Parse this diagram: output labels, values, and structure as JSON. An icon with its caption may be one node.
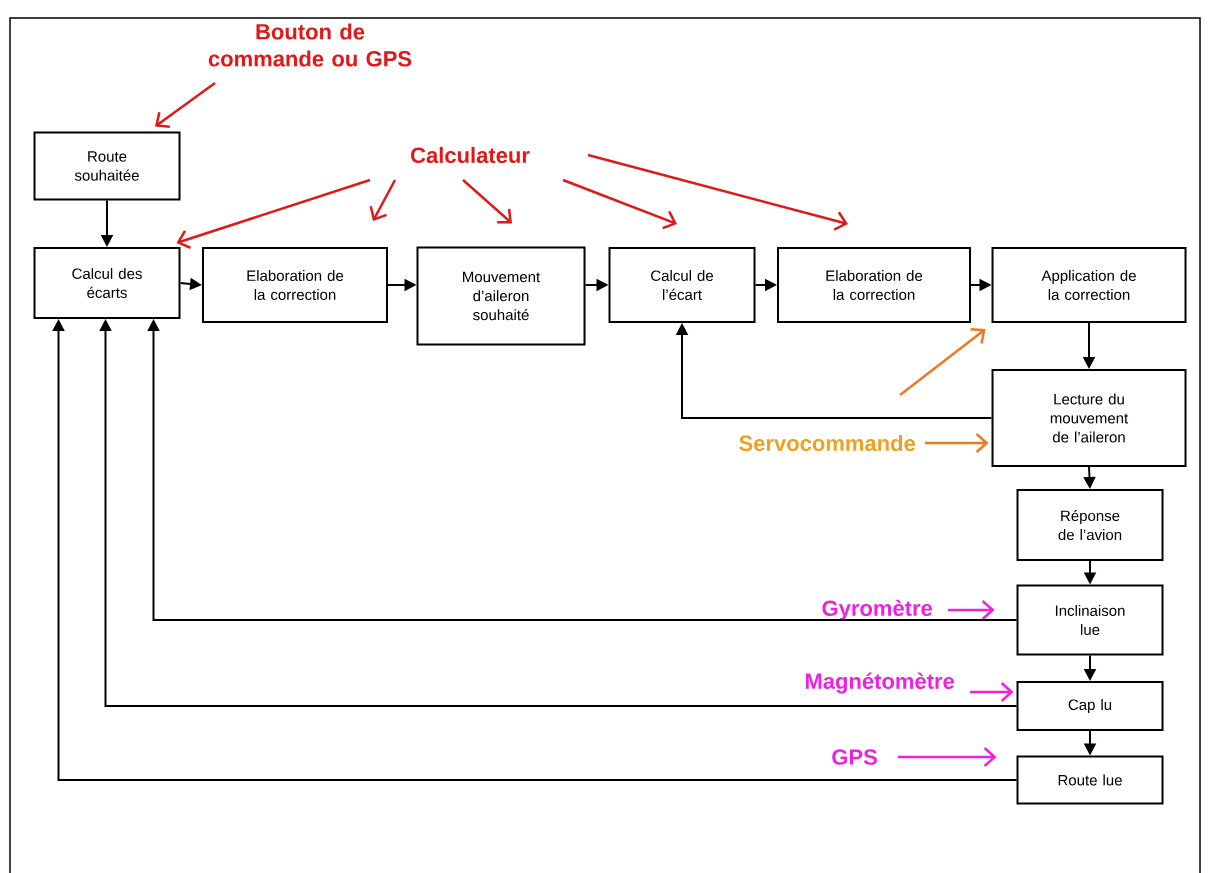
{
  "diagram": {
    "nodes": [
      {
        "text": [
          "Bouton de commande ou GPS"
        ]
      },
      {
        "text": [
          "Route souhaitée"
        ]
      },
      {
        "text": [
          "Calculateur"
        ]
      },
      {
        "text": [
          "Calcul des écarts"
        ]
      },
      {
        "text": [
          "Elaboration de la correction"
        ]
      },
      {
        "text": [
          "Mouvement d’aileron souhaité"
        ]
      },
      {
        "text": [
          "Calcul de l’écart"
        ]
      },
      {
        "text": [
          "Elaboration de la correction"
        ]
      },
      {
        "text": [
          "Application de la correction"
        ]
      },
      {
        "text": [
          "Lecture du mouvement de l’aileron"
        ]
      },
      {
        "text": [
          "Servocommande"
        ]
      },
      {
        "text": [
          "Réponse de l’avion"
        ]
      },
      {
        "text": [
          "Gyromètre"
        ]
      },
      {
        "text": [
          "Inclinaison lue"
        ]
      },
      {
        "text": [
          "Magnétomètre"
        ]
      },
      {
        "text": [
          "Cap lu"
        ]
      },
      {
        "text": [
          "GPS"
        ]
      },
      {
        "text": [
          "Route lue"
        ]
      }
    ],
    "edges": [
      {
        "from": 0,
        "to": 1,
        "arrow": "to",
        "color": "#e01818"
      },
      {
        "from": 1,
        "to": 3,
        "arrow": "to"
      },
      {
        "from": 2,
        "to": 3,
        "arrow": "to",
        "color": "#e01818"
      },
      {
        "from": 2,
        "to": 4,
        "arrow": "to",
        "color": "#e01818"
      },
      {
        "from": 2,
        "to": 5,
        "arrow": "to",
        "color": "#e01818"
      },
      {
        "from": 2,
        "to": 6,
        "arrow": "to",
        "color": "#e01818"
      },
      {
        "from": 2,
        "to": 7,
        "arrow": "to",
        "color": "#e01818"
      },
      {
        "from": 3,
        "to": 4,
        "arrow": "to"
      },
      {
        "from": 4,
        "to": 5,
        "arrow": "to"
      },
      {
        "from": 5,
        "to": 6,
        "arrow": "to"
      },
      {
        "from": 6,
        "to": 7,
        "arrow": "to"
      },
      {
        "from": 7,
        "to": 8,
        "arrow": "to"
      },
      {
        "from": 8,
        "to": 9,
        "arrow": "to"
      },
      {
        "from": 9,
        "to": 6,
        "arrow": "to"
      },
      {
        "from": 10,
        "to": 9,
        "arrow": "to",
        "color": "#f07820"
      },
      {
        "from": null,
        "to": 8,
        "arrow": "to",
        "color": "#f07820"
      },
      {
        "from": 9,
        "to": 11,
        "arrow": "to"
      },
      {
        "from": 11,
        "to": 13,
        "arrow": "to"
      },
      {
        "from": 12,
        "to": 13,
        "arrow": "to",
        "color": "#f020e0"
      },
      {
        "from": 13,
        "to": 15,
        "arrow": "to"
      },
      {
        "from": 14,
        "to": 15,
        "arrow": "to",
        "color": "#f020e0"
      },
      {
        "from": 15,
        "to": 17,
        "arrow": "to"
      },
      {
        "from": 16,
        "to": 17,
        "arrow": "to",
        "color": "#f020e0"
      },
      {
        "from": 13,
        "to": 3,
        "arrow": "to"
      },
      {
        "from": 15,
        "to": 3,
        "arrow": "to"
      },
      {
        "from": 17,
        "to": 3,
        "arrow": "to"
      }
    ]
  }
}
